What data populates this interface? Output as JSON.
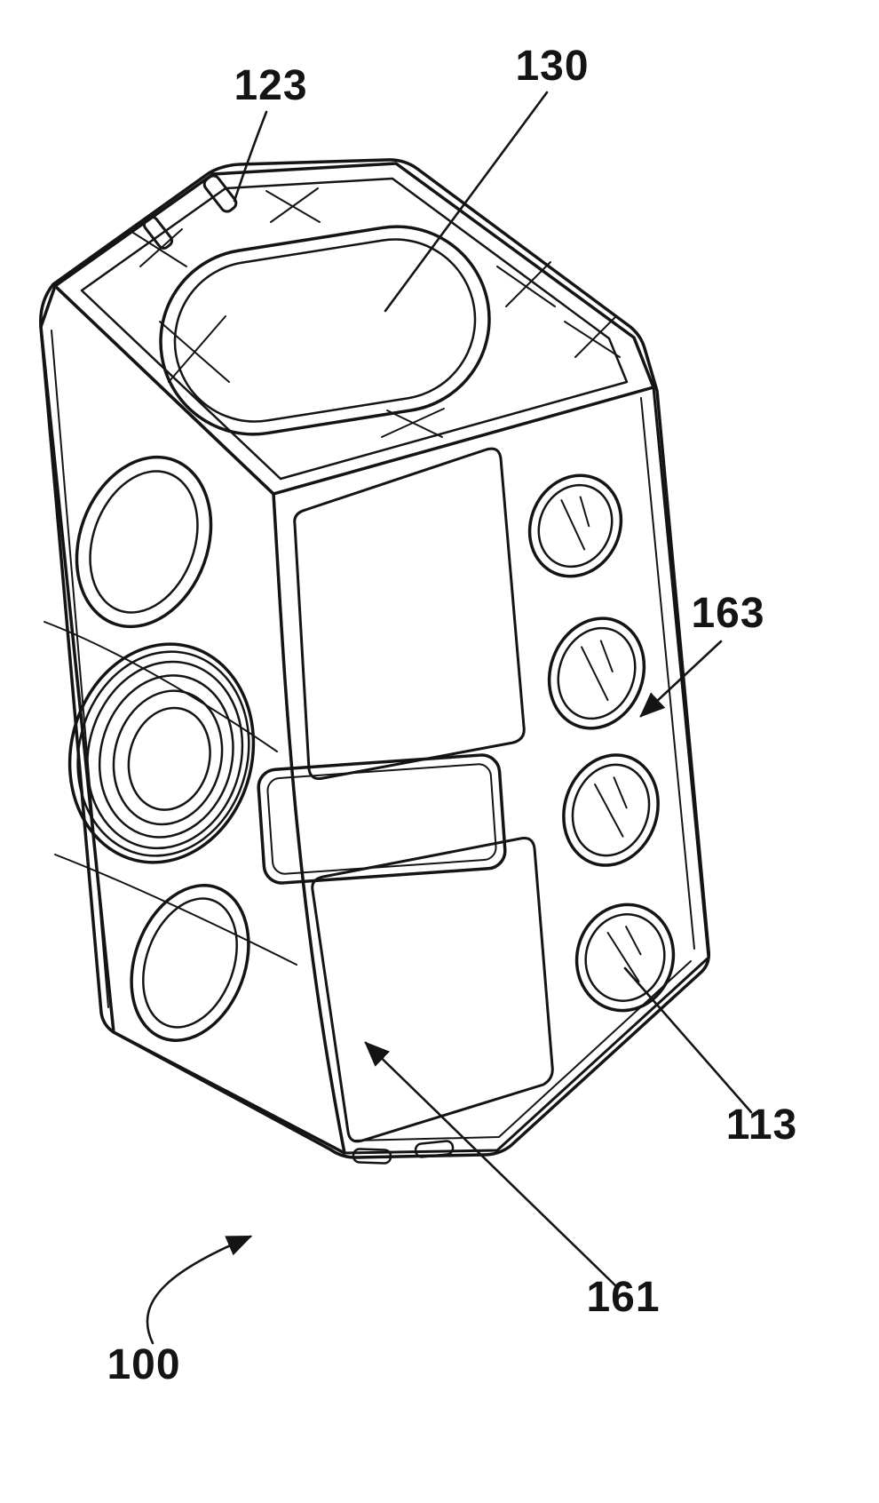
{
  "figure": {
    "type": "patent-line-drawing",
    "subject": "porous lattice implant body, isometric view",
    "background_color": "#ffffff",
    "line_color": "#141414",
    "labels": {
      "l123": "123",
      "l130": "130",
      "l163": "163",
      "l113": "113",
      "l161": "161",
      "l100": "100"
    }
  }
}
